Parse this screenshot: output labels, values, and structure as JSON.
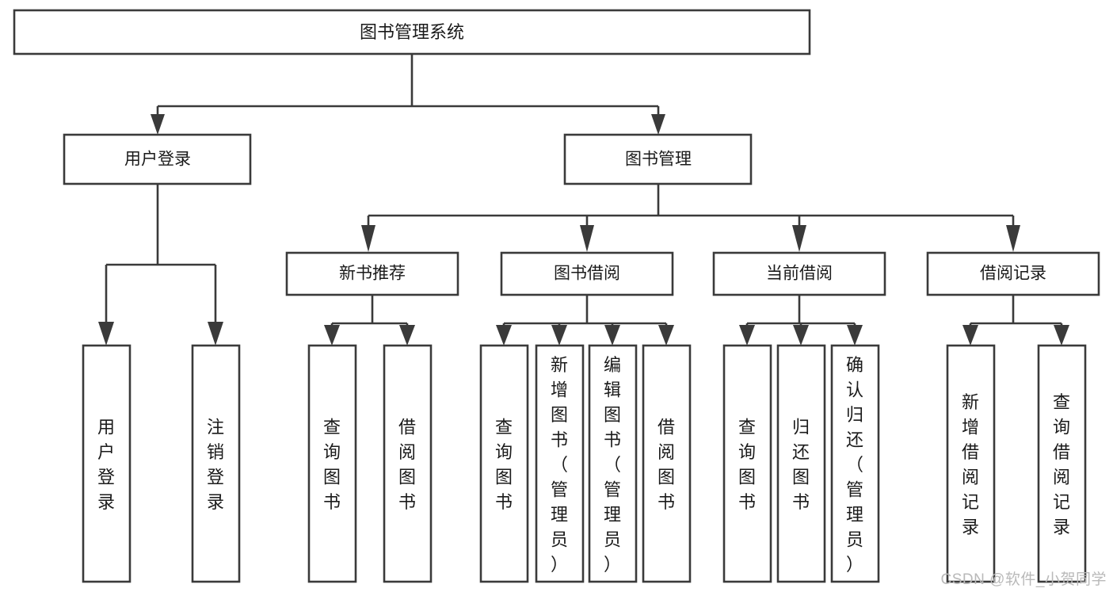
{
  "diagram": {
    "type": "tree",
    "title": "图书管理系统",
    "orientation": "top-down",
    "colors": {
      "box_stroke": "#3a3a3a",
      "box_fill": "#ffffff",
      "connector": "#3a3a3a",
      "text": "#1a1a1a",
      "watermark": "#b9b9b9",
      "background": "#ffffff"
    },
    "root": {
      "label": "图书管理系统"
    },
    "level2": [
      {
        "id": "user-login",
        "label": "用户登录"
      },
      {
        "id": "book-manage",
        "label": "图书管理"
      }
    ],
    "level3": [
      {
        "id": "new-book-recommend",
        "label": "新书推荐",
        "parent": "book-manage"
      },
      {
        "id": "book-borrow",
        "label": "图书借阅",
        "parent": "book-manage"
      },
      {
        "id": "current-borrow",
        "label": "当前借阅",
        "parent": "book-manage"
      },
      {
        "id": "borrow-record",
        "label": "借阅记录",
        "parent": "book-manage"
      }
    ],
    "leaves": {
      "user-login": [
        {
          "id": "leaf-user-login",
          "label": "用户登录"
        },
        {
          "id": "leaf-user-logout",
          "label": "注销登录"
        }
      ],
      "new-book-recommend": [
        {
          "id": "leaf-query-book-1",
          "label": "查询图书"
        },
        {
          "id": "leaf-borrow-book-1",
          "label": "借阅图书"
        }
      ],
      "book-borrow": [
        {
          "id": "leaf-query-book-2",
          "label": "查询图书"
        },
        {
          "id": "leaf-add-book",
          "label": "新增图书（管理员）"
        },
        {
          "id": "leaf-edit-book",
          "label": "编辑图书（管理员）"
        },
        {
          "id": "leaf-borrow-book-2",
          "label": "借阅图书"
        }
      ],
      "current-borrow": [
        {
          "id": "leaf-query-book-3",
          "label": "查询图书"
        },
        {
          "id": "leaf-return-book",
          "label": "归还图书"
        },
        {
          "id": "leaf-confirm-return",
          "label": "确认归还（管理员）"
        }
      ],
      "borrow-record": [
        {
          "id": "leaf-add-record",
          "label": "新增借阅记录"
        },
        {
          "id": "leaf-query-record",
          "label": "查询借阅记录"
        }
      ]
    },
    "watermark": "CSDN @软件_小贺同学"
  }
}
